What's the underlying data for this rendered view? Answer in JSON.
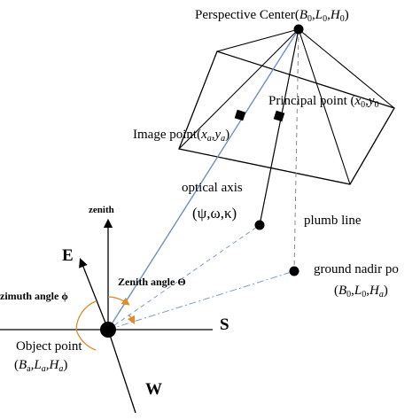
{
  "labels": {
    "perspective_center": {
      "text": "Perspective Center(",
      "B0": "B",
      "L0": "L",
      "H0": "H",
      "sub0": "0",
      "close": ")"
    },
    "principal_point": {
      "text": "Principal point (",
      "x0": "x",
      "y0": "y",
      "sub0": "0"
    },
    "image_point": {
      "text": "Image point(",
      "xa": "x",
      "ya": "y",
      "suba": "a",
      "close": ")"
    },
    "optical_axis": {
      "line1": "optical axis",
      "line2": "(ψ,ω,κ)"
    },
    "plumb_line": "plumb line",
    "zenith": "zenith",
    "east": "E",
    "south": "S",
    "west": "W",
    "zenith_angle": "Zenith angle Θ",
    "azimuth_angle": "zimuth angle ϕ",
    "ground_nadir": {
      "line1": "ground nadir po",
      "B0": "B",
      "L0": "L",
      "Ha": "H",
      "sub0": "0",
      "suba": "a"
    },
    "object_point": {
      "line1": "Object point",
      "Ba": "B",
      "La": "L",
      "Ha": "H",
      "suba_a": "a",
      "suba": "a"
    }
  },
  "colors": {
    "line": "#000000",
    "ray_blue": "#6f8fbf",
    "dashed_blue": "#7d9cc9",
    "angle_orange": "#e08a2b"
  }
}
